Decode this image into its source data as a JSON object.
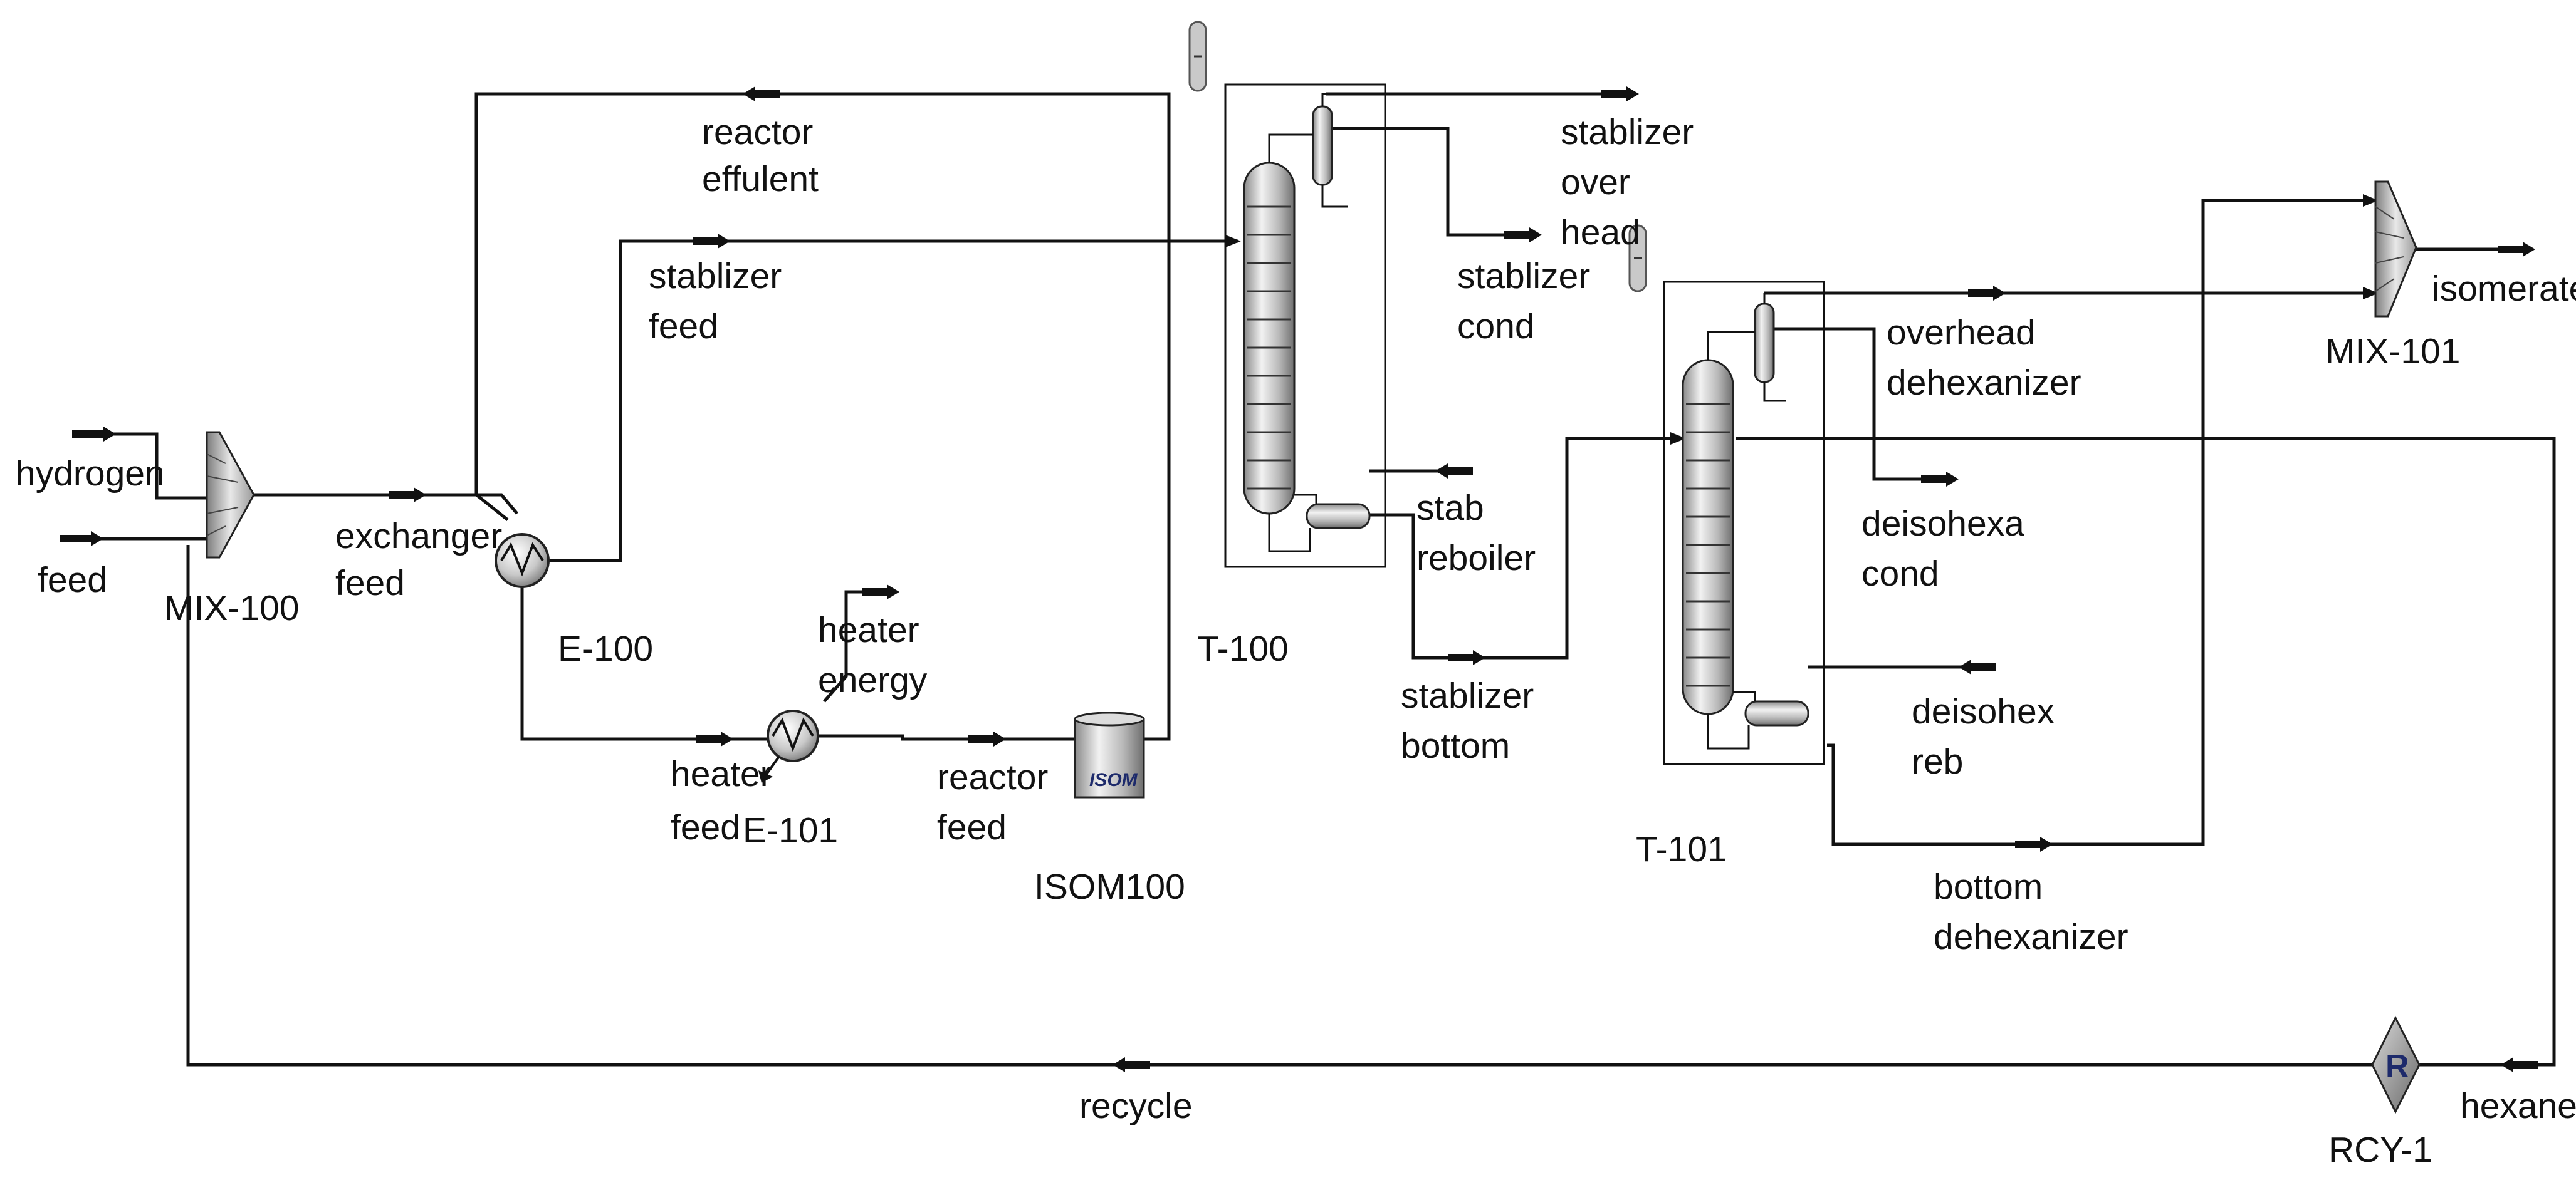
{
  "diagram": {
    "units": {
      "mix100": "MIX-100",
      "e100": "E-100",
      "e101": "E-101",
      "isom100": "ISOM100",
      "isom_text": "ISOM",
      "t100": "T-100",
      "t101": "T-101",
      "mix101": "MIX-101",
      "rcy1": "RCY-1",
      "rcy_text": "R"
    },
    "streams": {
      "hydrogen": "hydrogen",
      "feed": "feed",
      "exchanger_feed_1": "exchanger",
      "exchanger_feed_2": "feed",
      "reactor_effluent_1": "reactor",
      "reactor_effluent_2": "effulent",
      "stablizer_feed_1": "stablizer",
      "stablizer_feed_2": "feed",
      "heater_feed_1": "heater",
      "heater_feed_2": "feed",
      "heater_energy_1": "heater",
      "heater_energy_2": "energy",
      "reactor_feed_1": "reactor",
      "reactor_feed_2": "feed",
      "stablizer_overhead_1": "stablizer",
      "stablizer_overhead_2": "over",
      "stablizer_overhead_3": "head",
      "stablizer_cond_1": "stablizer",
      "stablizer_cond_2": "cond",
      "stab_reboiler_1": "stab",
      "stab_reboiler_2": "reboiler",
      "stablizer_bottom_1": "stablizer",
      "stablizer_bottom_2": "bottom",
      "overhead_dehexanizer_1": "overhead",
      "overhead_dehexanizer_2": "dehexanizer",
      "deisohexa_cond_1": "deisohexa",
      "deisohexa_cond_2": "cond",
      "deisohex_reb_1": "deisohex",
      "deisohex_reb_2": "reb",
      "bottom_dehexanizer_1": "bottom",
      "bottom_dehexanizer_2": "dehexanizer",
      "isomerate": "isomerate",
      "hexane": "hexane",
      "recycle": "recycle"
    }
  }
}
